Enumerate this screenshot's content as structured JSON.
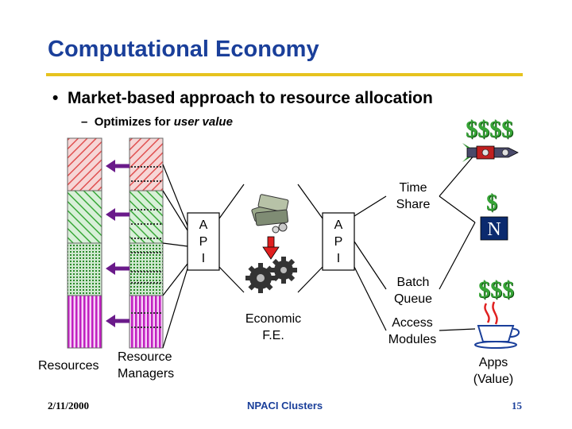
{
  "slide": {
    "title": "Computational Economy",
    "bullet": "Market-based approach to resource allocation",
    "sub_prefix": "Optimizes for ",
    "sub_emphasis": "user value",
    "sub_dash": "–"
  },
  "labels": {
    "api_left": [
      "A",
      "P",
      "I"
    ],
    "api_right": [
      "A",
      "P",
      "I"
    ],
    "time_share": [
      "Time",
      "Share"
    ],
    "batch_queue": [
      "Batch",
      "Queue"
    ],
    "access_modules": [
      "Access",
      "Modules"
    ],
    "economic_fe": [
      "Economic",
      "F.E."
    ],
    "resources": "Resources",
    "resource_managers": [
      "Resource",
      "Managers"
    ],
    "apps": [
      "Apps",
      "(Value)"
    ]
  },
  "money": {
    "top": "$$$$",
    "mid": "$",
    "low": "$$$"
  },
  "footer": {
    "date": "2/11/2000",
    "center": "NPACI Clusters",
    "page": "15"
  },
  "colors": {
    "title": "#1a3f9a",
    "rule": "#e6c31e",
    "red_hatch": "#e05050",
    "green_hatch": "#3aa83a",
    "green_dots": "#2a8a2a",
    "magenta_stripe": "#c020c0",
    "arrow_purple": "#6a1a8a",
    "money_green": "#36a436"
  },
  "icons": {
    "money_stack": "money-pile-icon",
    "gears": "gears-icon",
    "red_arrow": "red-down-arrow-icon",
    "rocket": "rocket-icon",
    "netscape": "netscape-n-icon",
    "java": "java-cup-icon"
  }
}
